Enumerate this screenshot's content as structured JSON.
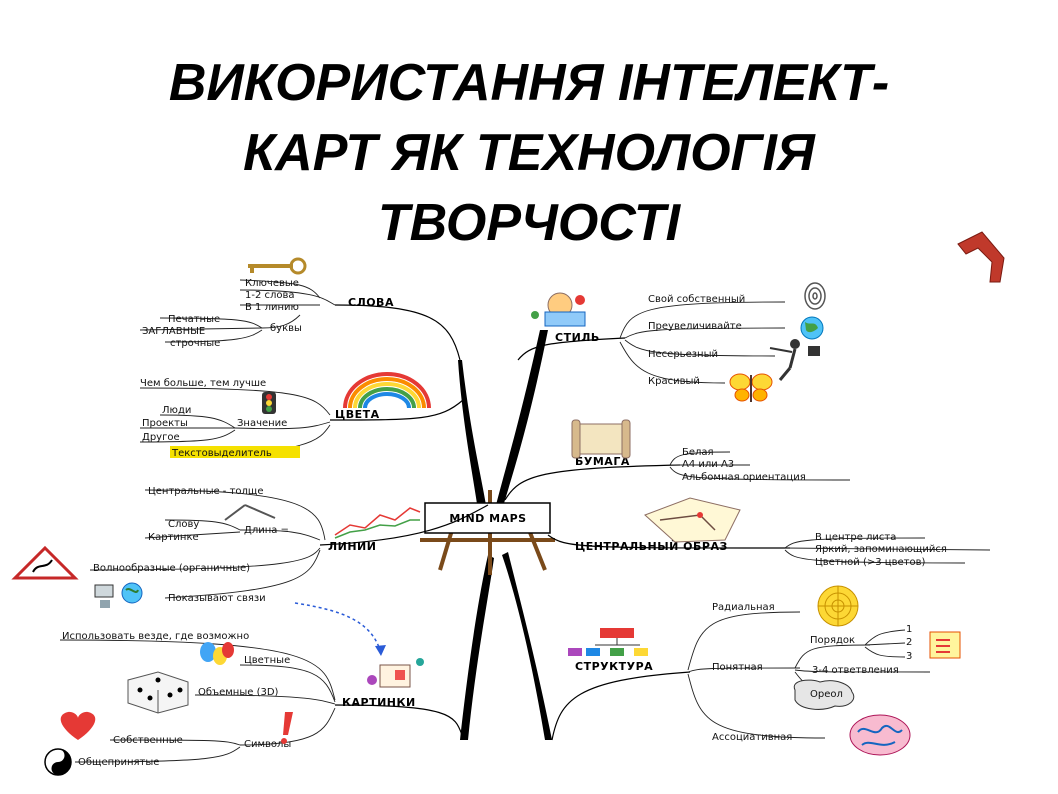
{
  "title": {
    "line1": "ВИКОРИСТАННЯ ІНТЕЛЕКТ-",
    "line2": "КАРТ ЯК ТЕХНОЛОГІЯ",
    "line3": "ТВОРЧОСТІ"
  },
  "center": {
    "label": "MIND MAPS"
  },
  "branches": {
    "slova": {
      "label": "СЛОВА",
      "items": [
        "Ключевые",
        "1-2 слова",
        "В 1 линию",
        "Печатные",
        "ЗАГЛАВНЫЕ",
        "строчные",
        "буквы"
      ]
    },
    "tsveta": {
      "label": "ЦВЕТА",
      "items": [
        "Чем больше, тем лучше",
        "Люди",
        "Проекты",
        "Другое",
        "Значение",
        "Текстовыделитель"
      ]
    },
    "linii": {
      "label": "ЛИНИИ",
      "items": [
        "Центральные - толще",
        "Слову",
        "Картинке",
        "Длина =",
        "Волнообразные (органичные)",
        "Показывают связи"
      ]
    },
    "kartinki": {
      "label": "КАРТИНКИ",
      "items": [
        "Использовать везде, где возможно",
        "Цветные",
        "Объемные (3D)",
        "Собственные",
        "Общепринятые",
        "Символы"
      ]
    },
    "stil": {
      "label": "СТИЛЬ",
      "items": [
        "Свой собственный",
        "Преувеличивайте",
        "Несерьезный",
        "Красивый"
      ]
    },
    "bumaga": {
      "label": "БУМАГА",
      "items": [
        "Белая",
        "А4 или А3",
        "Альбомная ориентация"
      ]
    },
    "obraz": {
      "label": "ЦЕНТРАЛЬНЫЙ ОБРАЗ",
      "items": [
        "В центре листа",
        "Яркий, запоминающийся",
        "Цветной (>3 цветов)"
      ]
    },
    "struktura": {
      "label": "СТРУКТУРА",
      "items": [
        "Радиальная",
        "Порядок",
        "1",
        "2",
        "3",
        "Понятная",
        "3-4 ответвления",
        "Ореол",
        "Ассоциативная"
      ]
    }
  },
  "colors": {
    "accent_red": "#c0392b",
    "highlight": "#f5e100",
    "arrow_blue": "#2a5bd7"
  }
}
